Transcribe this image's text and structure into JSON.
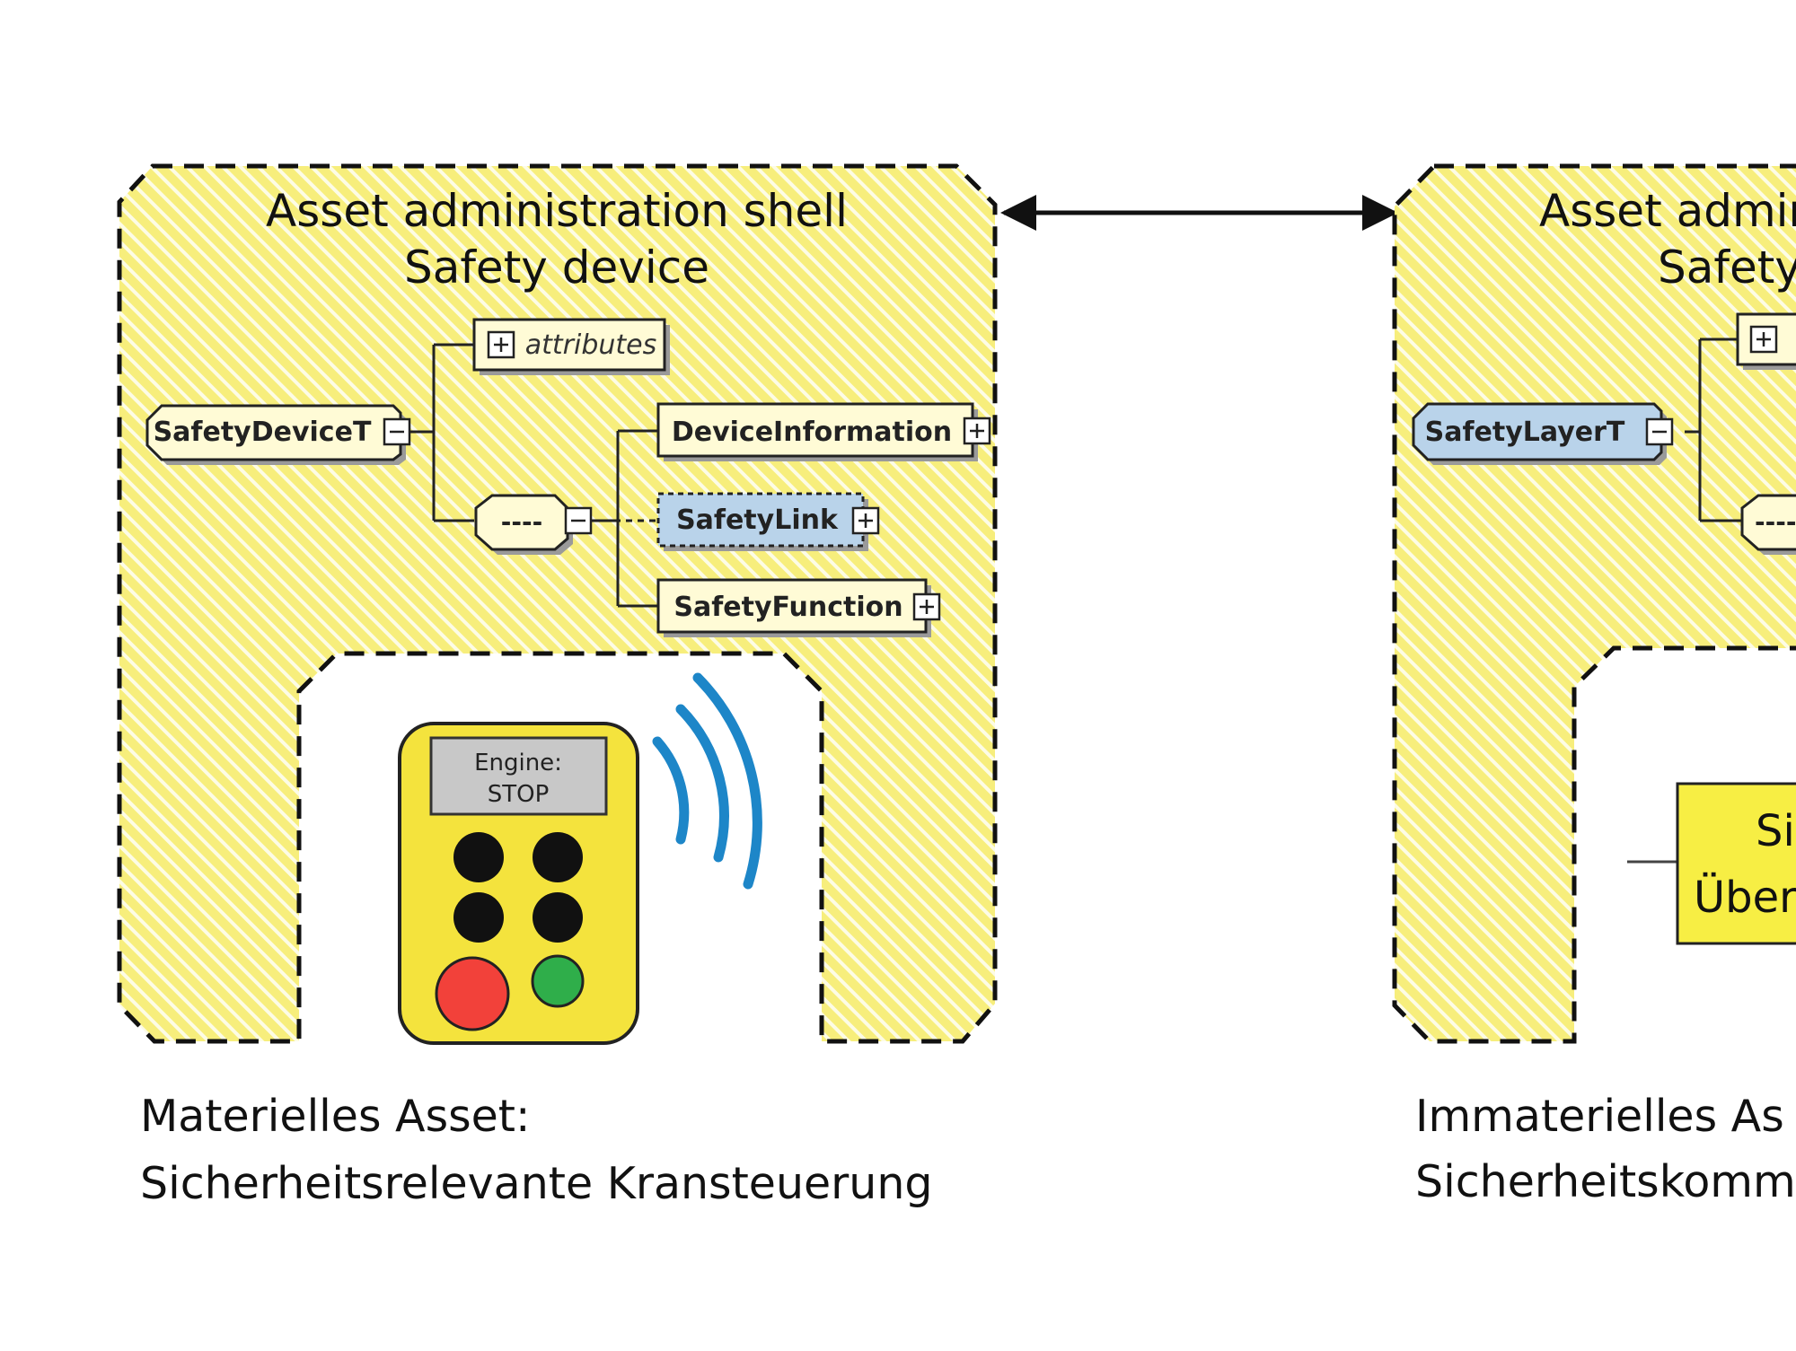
{
  "colors": {
    "shell_fill": "#f7ee7c",
    "hatch": "#ffffff",
    "node_fill": "#fffbd6",
    "node_blue": "#b9d3ea",
    "remote_body": "#f4e33d",
    "remote_screen": "#c8c8c8",
    "button_dark": "#111111",
    "button_red": "#f2413a",
    "button_green": "#2fae4a",
    "signal_blue": "#1d86c8",
    "box_yellow": "#f7ee44"
  },
  "connector": {
    "type": "bidirectional-arrow"
  },
  "left_shell": {
    "title_line1": "Asset administration shell",
    "title_line2": "Safety device",
    "schema": {
      "root": "SafetyDeviceT",
      "attributes": "attributes",
      "sequence": "----",
      "children": [
        "DeviceInformation",
        "SafetyLink",
        "SafetyFunction"
      ]
    },
    "device": {
      "screen_line1": "Engine:",
      "screen_line2": "STOP",
      "icon": "wireless-signal-icon"
    },
    "caption_line1": "Materielles Asset:",
    "caption_line2": "Sicherheitsrelevante Kransteuerung"
  },
  "right_shell": {
    "title_line1": "Asset admin",
    "title_line2": "Safety",
    "schema": {
      "root": "SafetyLayerT",
      "sequence": "-----"
    },
    "box": {
      "line1": "Sic",
      "line2": "Über"
    },
    "caption_line1": "Immaterielles As",
    "caption_line2": "Sicherheitskommu"
  }
}
